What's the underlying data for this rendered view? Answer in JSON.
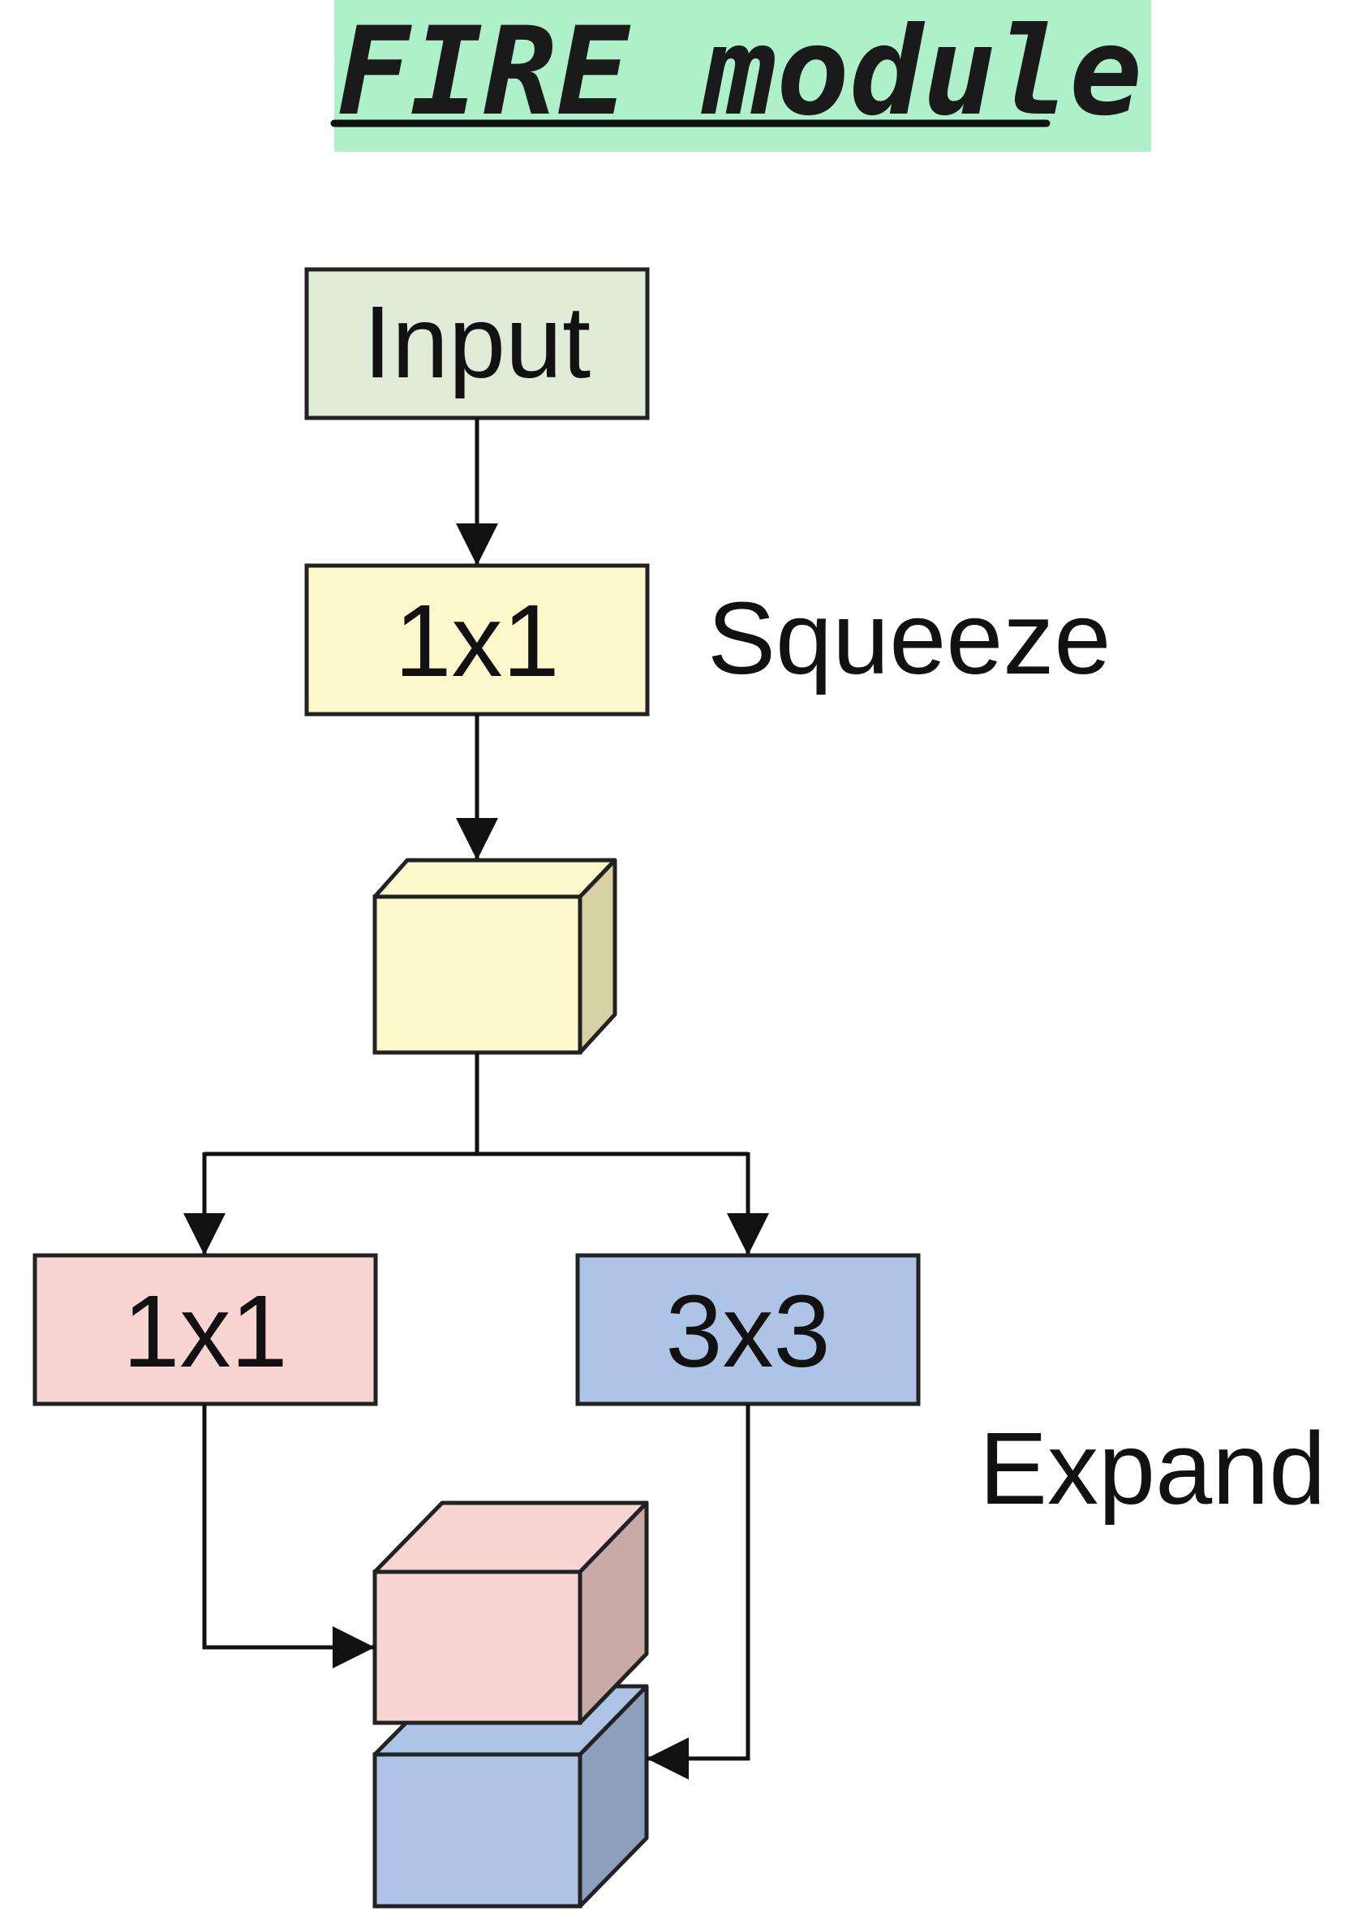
{
  "title": "FIRE module",
  "nodes": {
    "input": "Input",
    "squeeze": "1x1",
    "expand_1x1": "1x1",
    "expand_3x3": "3x3"
  },
  "labels": {
    "squeeze": "Squeeze",
    "expand": "Expand"
  },
  "colors": {
    "title_highlight": "#adf0ca",
    "input_fill": "#e0ecd8",
    "squeeze_fill": "#fdf9cd",
    "squeeze_side": "#d6d2a4",
    "expand_1x1_fill": "#f8d4d2",
    "expand_1x1_side": "#c8aaa7",
    "expand_3x3_fill": "#aec4e6",
    "expand_3x3_side": "#8ca0bd",
    "stroke": "#111111"
  }
}
